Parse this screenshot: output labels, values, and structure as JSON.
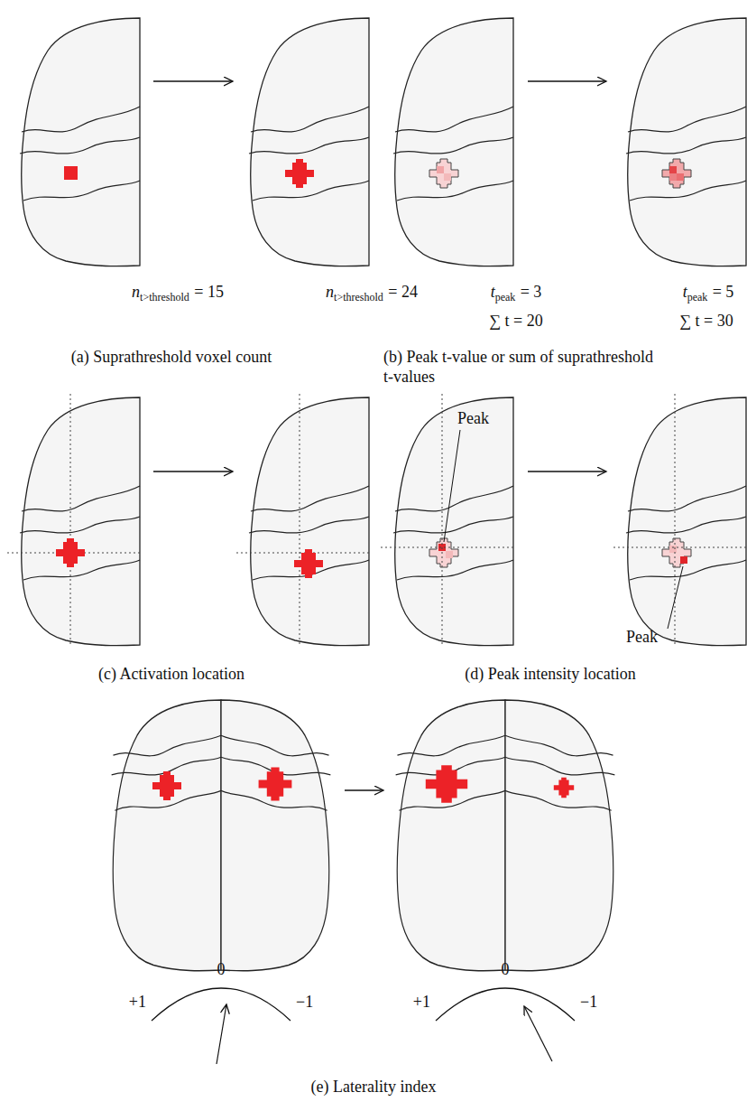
{
  "diagram": {
    "labels": [
      "n",
      "t>threshold",
      "= 15",
      "n",
      "t>threshold",
      "= 24",
      "t",
      "peak",
      "= 3",
      "∑ t = 20",
      "t",
      "peak",
      "= 5",
      "∑ t = 30",
      "(a) Suprathreshold voxel count",
      "(b) Peak t-value or sum of suprathreshold t-values",
      "Peak",
      "Peak",
      "(c) Activation location",
      "(d) Peak intensity location",
      "+1",
      "0",
      "−1",
      "+1",
      "0",
      "−1",
      "(e) Laterality index"
    ]
  }
}
